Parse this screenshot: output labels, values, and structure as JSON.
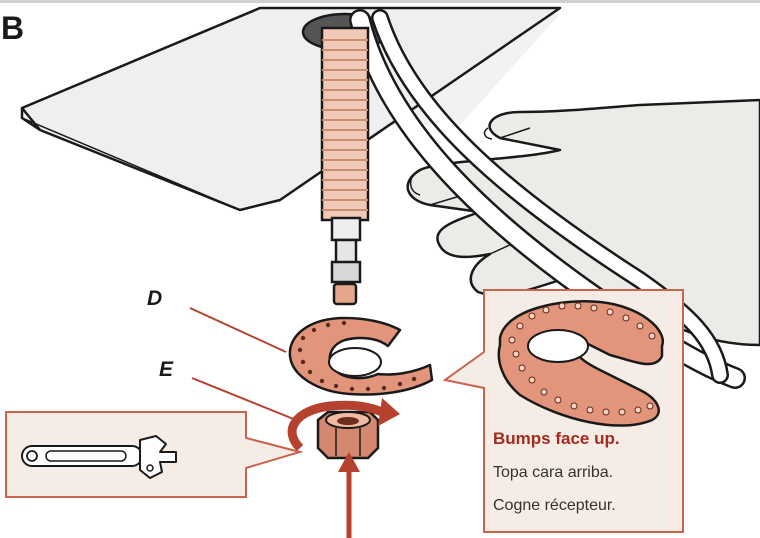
{
  "step": {
    "letter": "B"
  },
  "labels": {
    "d": "D",
    "e": "E"
  },
  "callout": {
    "heading": "Bumps face up.",
    "line_es": "Topa cara arriba.",
    "line_fr": "Cogne récepteur."
  },
  "colors": {
    "accent_red": "#b5412e",
    "callout_bg": "#f5ece5",
    "callout_border": "#c8634c",
    "copper": "#d88d73",
    "copper_dark": "#a84f35",
    "counter": "#efefef",
    "hand": "#e9e9e7",
    "outline": "#1a1a1a"
  },
  "icons": {
    "rotate": "curved-rotation-arrow-icon",
    "push": "upward-arrow-icon",
    "tool": "adjustable-wrench-icon"
  }
}
